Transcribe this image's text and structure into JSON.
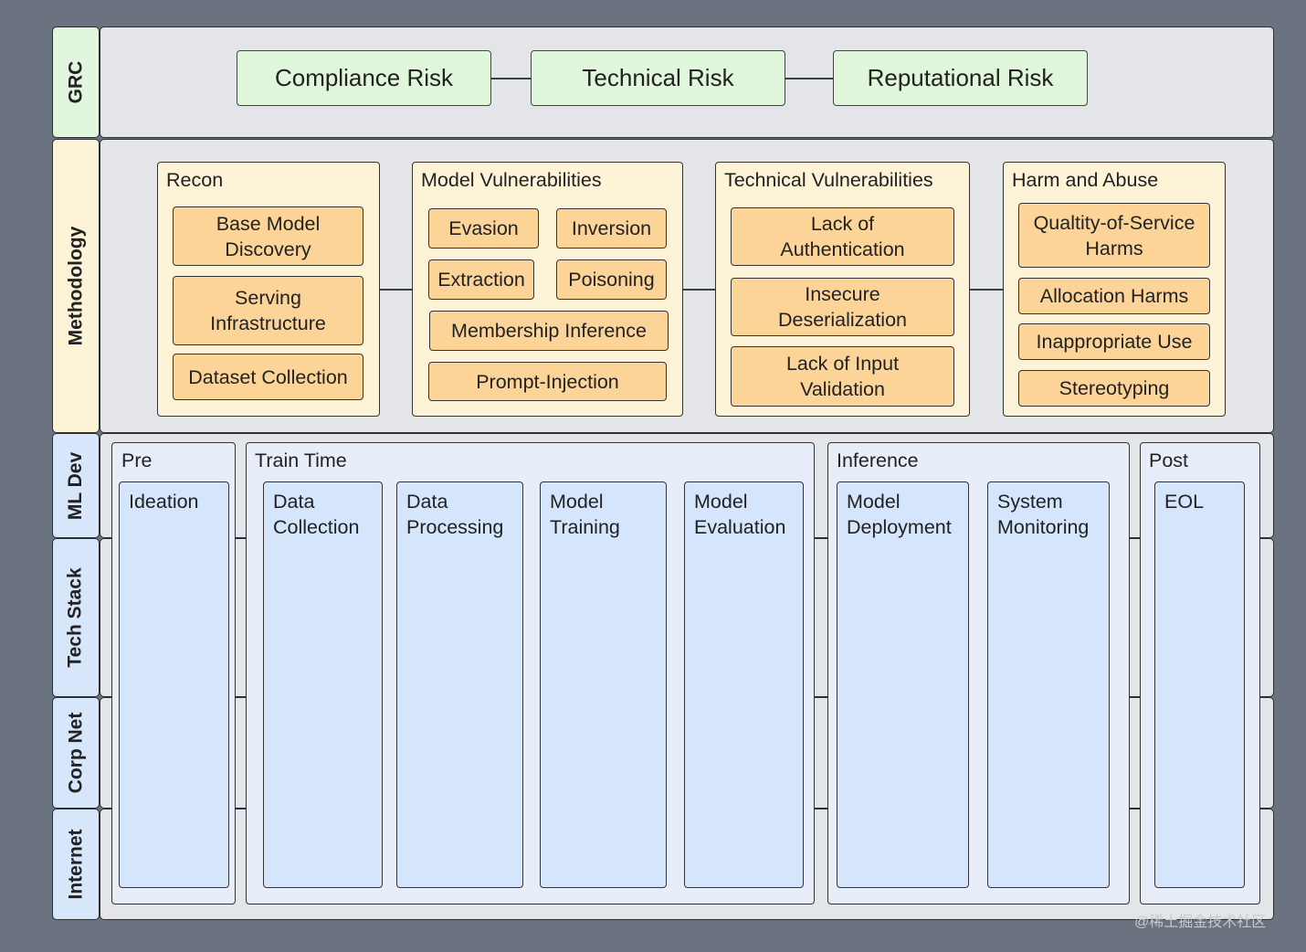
{
  "lanes": {
    "grc": "GRC",
    "methodology": "Methodology",
    "ml_dev": "ML Dev",
    "tech_stack": "Tech Stack",
    "corp_net": "Corp Net",
    "internet": "Internet"
  },
  "risks": [
    "Compliance Risk",
    "Technical Risk",
    "Reputational Risk"
  ],
  "methodology": {
    "recon": {
      "title": "Recon",
      "items": [
        "Base Model\nDiscovery",
        "Serving\nInfrastructure",
        "Dataset Collection"
      ]
    },
    "model_vuln": {
      "title": "Model Vulnerabilities",
      "items": [
        "Evasion",
        "Inversion",
        "Extraction",
        "Poisoning",
        "Membership Inference",
        "Prompt-Injection"
      ]
    },
    "tech_vuln": {
      "title": "Technical Vulnerabilities",
      "items": [
        "Lack of\nAuthentication",
        "Insecure\nDeserialization",
        "Lack of Input\nValidation"
      ]
    },
    "harm": {
      "title": "Harm and Abuse",
      "items": [
        "Qualtity-of-Service\nHarms",
        "Allocation  Harms",
        "Inappropriate Use",
        "Stereotyping"
      ]
    }
  },
  "ml_dev": {
    "pre": {
      "title": "Pre",
      "stages": [
        "Ideation"
      ]
    },
    "train": {
      "title": "Train Time",
      "stages": [
        "Data\nCollection",
        "Data\nProcessing",
        "Model\nTraining",
        "Model\nEvaluation"
      ]
    },
    "inference": {
      "title": "Inference",
      "stages": [
        "Model\nDeployment",
        "System\nMonitoring"
      ]
    },
    "post": {
      "title": "Post",
      "stages": [
        "EOL"
      ]
    }
  },
  "watermark": "@稀土掘金技术社区",
  "colors": {
    "background": "#6c7380",
    "lane_body": "#e3e5e9",
    "risk_fill": "#e1f7dc",
    "method_group_fill": "#fdf3d6",
    "method_item_fill": "#fdd498",
    "phase_fill": "#e7eef9",
    "stage_fill": "#d4e5fc"
  }
}
